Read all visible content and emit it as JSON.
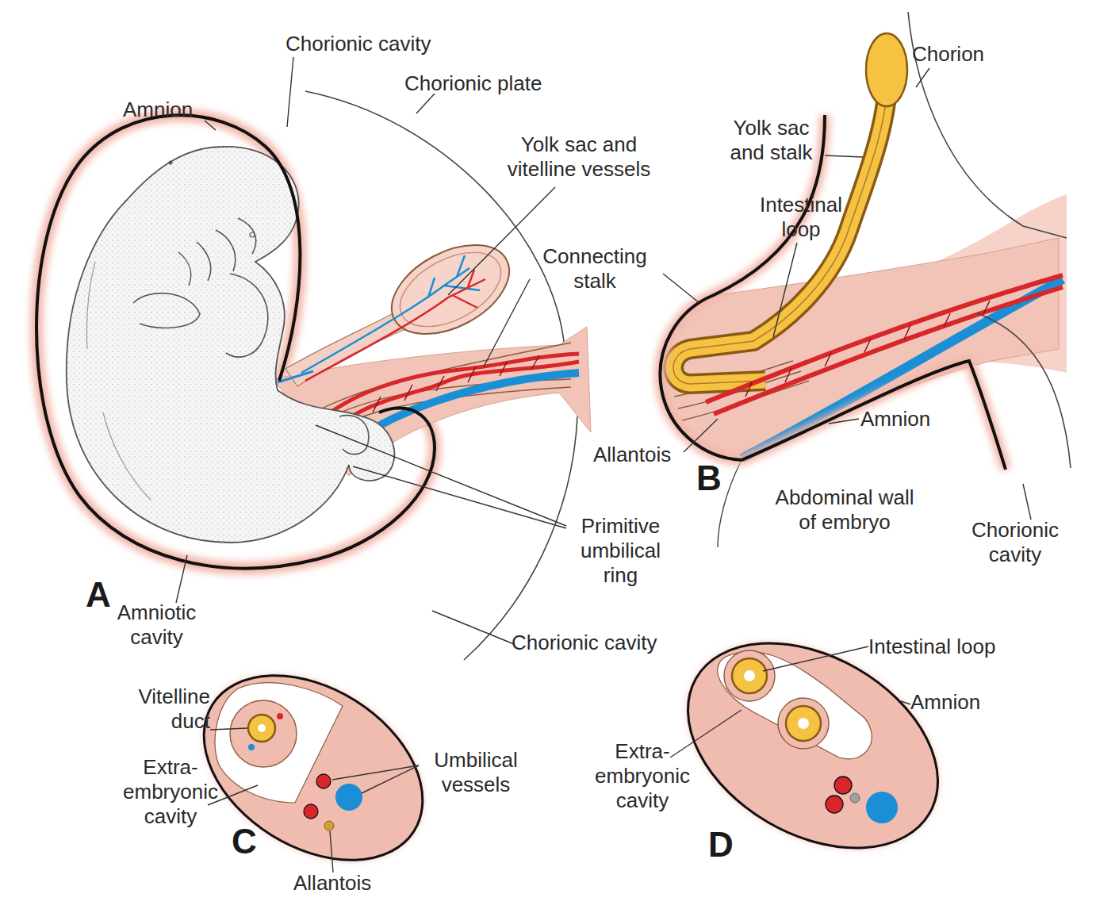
{
  "diagram": {
    "labels": [
      "Chorionic cavity",
      "Chorionic plate",
      "Amnion",
      "Yolk sac and vitelline vessels",
      "Connecting stalk",
      "Primitive umbilical ring",
      "A",
      "Amniotic cavity",
      "Chorionic cavity",
      "Chorion",
      "Yolk sac and stalk",
      "Intestinal loop",
      "Allantois",
      "B",
      "Amnion",
      "Abdominal wall of embryo",
      "Chorionic cavity",
      "Vitelline duct",
      "Umbilical vessels",
      "Extra- embryonic cavity",
      "C",
      "Allantois",
      "Intestinal loop",
      "Amnion",
      "Extra- embryonic cavity",
      "D"
    ]
  }
}
